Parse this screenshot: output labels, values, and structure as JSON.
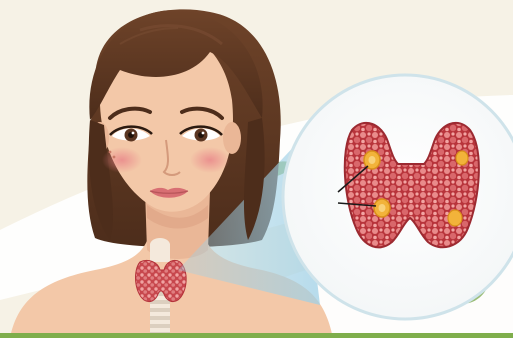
{
  "image": {
    "subject": "thyroid-illustration",
    "elements": [
      "woman-portrait",
      "thyroid-gland",
      "magnified-thyroid",
      "nodules",
      "leaf-decoration"
    ]
  },
  "colors": {
    "background": "#f6f2e6",
    "swoosh": "#ffffff",
    "bottom_bar": "#7fae4c",
    "skin": "#f3c8a8",
    "skin_shadow": "#e6ad8d",
    "hair": "#5a3622",
    "hair_highlight": "#7a4d33",
    "cheek_blush": "#e87f86",
    "lips": "#d86f73",
    "thyroid": "#b4343a",
    "thyroid_light": "#e37d7d",
    "nodule": "#f2b33a",
    "lens_ring": "#cfe3ea",
    "beam": "#9fd0e6"
  }
}
